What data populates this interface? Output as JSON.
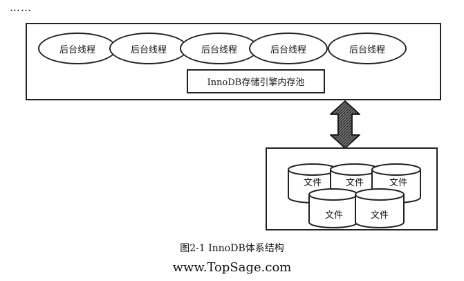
{
  "header": {
    "ellipsis": "……"
  },
  "engine": {
    "threads": [
      "后台线程",
      "后台线程",
      "后台线程",
      "后台线程",
      "后台线程"
    ],
    "buffer_pool_label": "InnoDB存储引擎内存池"
  },
  "storage": {
    "files": [
      "文件",
      "文件",
      "文件",
      "文件",
      "文件"
    ]
  },
  "caption": "图2-1   InnoDB体系结构",
  "watermark": "www.TopSage.com"
}
